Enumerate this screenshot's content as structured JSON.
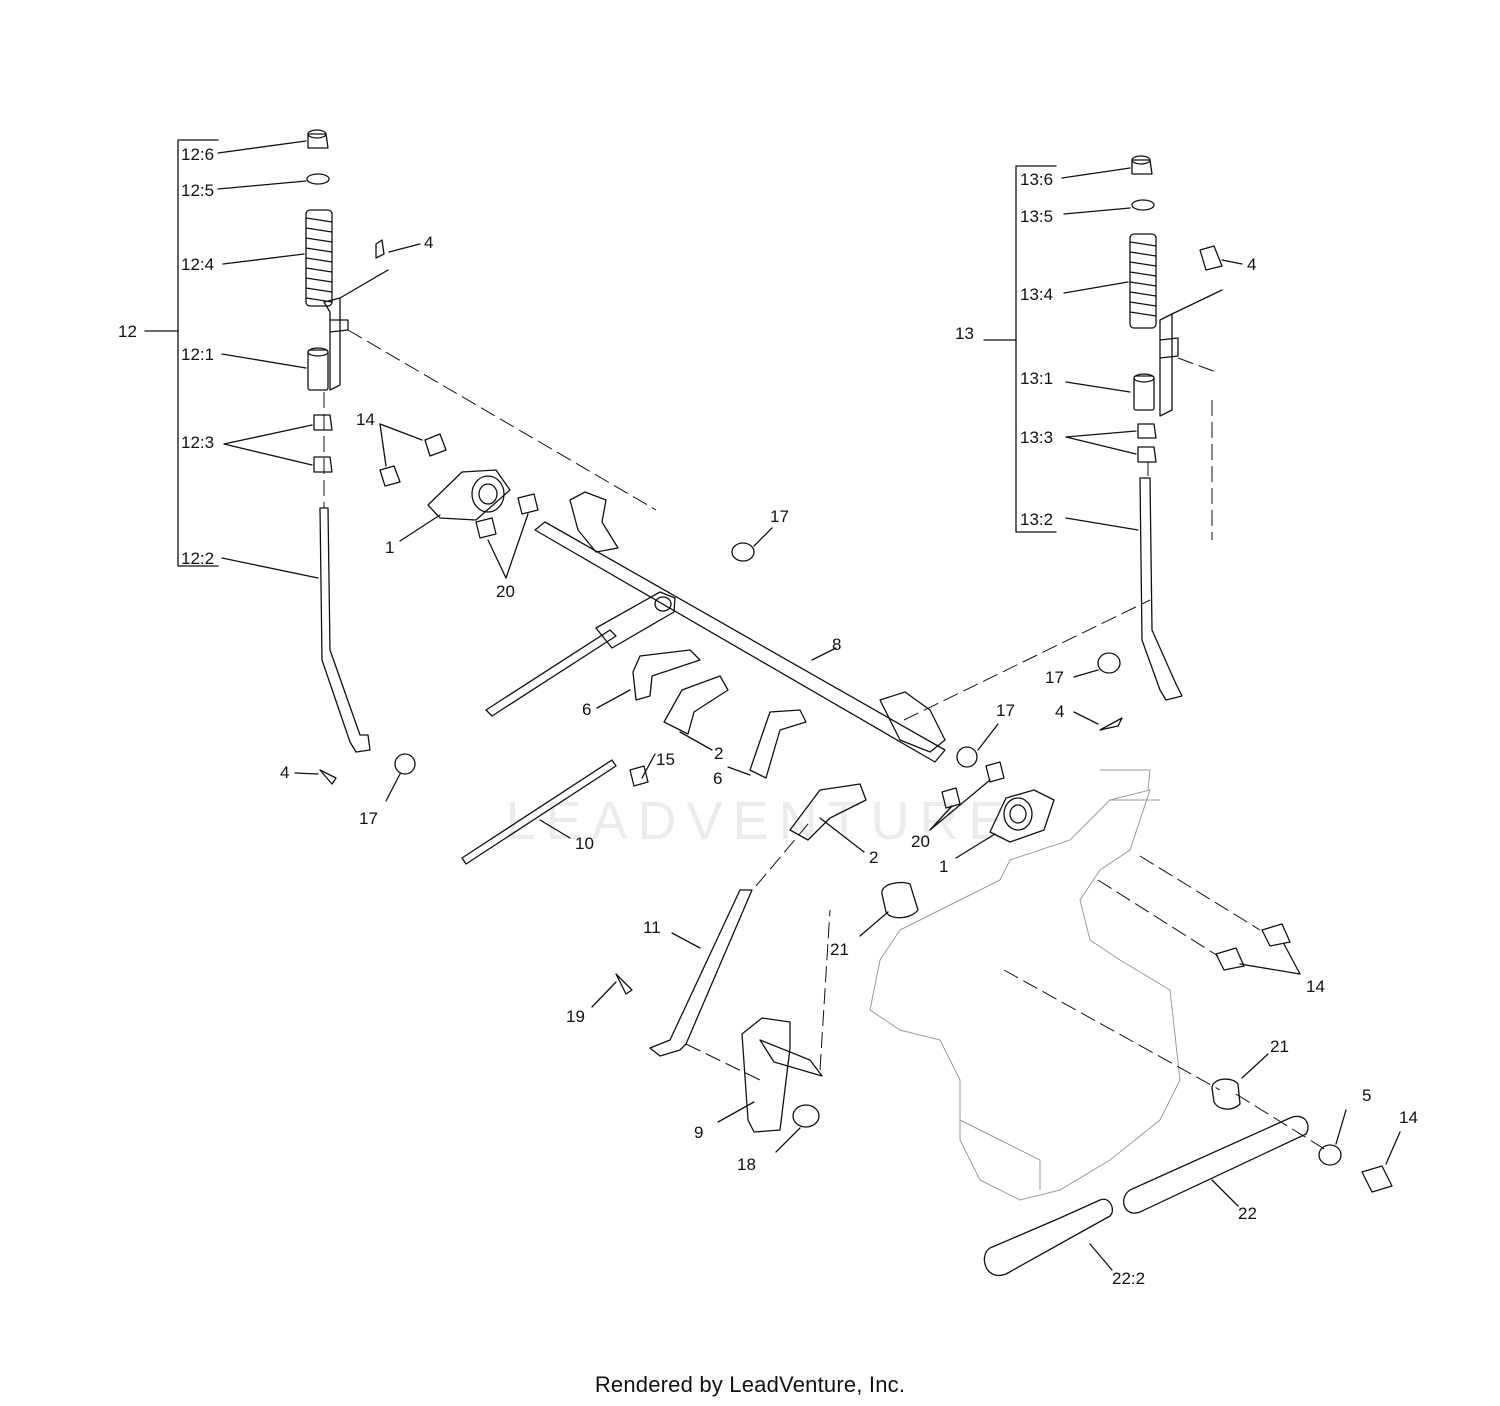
{
  "footer": "Rendered by LeadVenture, Inc.",
  "watermark": "LEADVENTURE",
  "colors": {
    "ink": "#111111",
    "ghost": "#9a9a9a",
    "watermark": "#ececec"
  },
  "callouts": [
    {
      "id": "l-12-6",
      "text": "12:6"
    },
    {
      "id": "l-12-5",
      "text": "12:5"
    },
    {
      "id": "l-12-4",
      "text": "12:4"
    },
    {
      "id": "l-4-a",
      "text": "4"
    },
    {
      "id": "l-12",
      "text": "12"
    },
    {
      "id": "l-12-1",
      "text": "12:1"
    },
    {
      "id": "l-12-3",
      "text": "12:3"
    },
    {
      "id": "l-12-2",
      "text": "12:2"
    },
    {
      "id": "l-14-a",
      "text": "14"
    },
    {
      "id": "l-1-a",
      "text": "1"
    },
    {
      "id": "l-20-a",
      "text": "20"
    },
    {
      "id": "l-17-a",
      "text": "17"
    },
    {
      "id": "l-4-b",
      "text": "4"
    },
    {
      "id": "l-17-b",
      "text": "17"
    },
    {
      "id": "l-13-6",
      "text": "13:6"
    },
    {
      "id": "l-13-5",
      "text": "13:5"
    },
    {
      "id": "l-4-c",
      "text": "4"
    },
    {
      "id": "l-13-4",
      "text": "13:4"
    },
    {
      "id": "l-13",
      "text": "13"
    },
    {
      "id": "l-13-1",
      "text": "13:1"
    },
    {
      "id": "l-13-3",
      "text": "13:3"
    },
    {
      "id": "l-13-2",
      "text": "13:2"
    },
    {
      "id": "l-8",
      "text": "8"
    },
    {
      "id": "l-6-a",
      "text": "6"
    },
    {
      "id": "l-2-a",
      "text": "2"
    },
    {
      "id": "l-17-c",
      "text": "17"
    },
    {
      "id": "l-4-d",
      "text": "4"
    },
    {
      "id": "l-17-d",
      "text": "17"
    },
    {
      "id": "l-15",
      "text": "15"
    },
    {
      "id": "l-6-b",
      "text": "6"
    },
    {
      "id": "l-10",
      "text": "10"
    },
    {
      "id": "l-2-b",
      "text": "2"
    },
    {
      "id": "l-20-b",
      "text": "20"
    },
    {
      "id": "l-1-b",
      "text": "1"
    },
    {
      "id": "l-11",
      "text": "11"
    },
    {
      "id": "l-21-a",
      "text": "21"
    },
    {
      "id": "l-14-b",
      "text": "14"
    },
    {
      "id": "l-19",
      "text": "19"
    },
    {
      "id": "l-9",
      "text": "9"
    },
    {
      "id": "l-18",
      "text": "18"
    },
    {
      "id": "l-21-b",
      "text": "21"
    },
    {
      "id": "l-5",
      "text": "5"
    },
    {
      "id": "l-14-c",
      "text": "14"
    },
    {
      "id": "l-22",
      "text": "22"
    },
    {
      "id": "l-22-2",
      "text": "22:2"
    }
  ]
}
